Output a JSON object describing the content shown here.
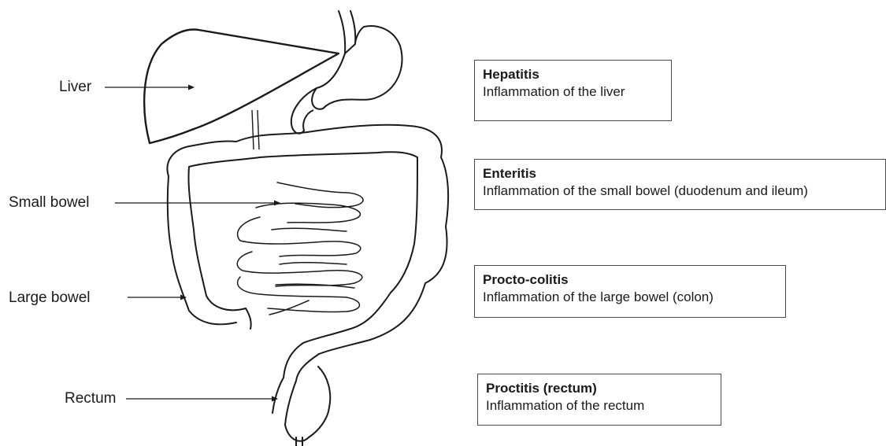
{
  "organ_labels": {
    "liver": "Liver",
    "small_bowel": "Small bowel",
    "large_bowel": "Large bowel",
    "rectum": "Rectum"
  },
  "conditions": [
    {
      "title": "Hepatitis",
      "description": "Inflammation of the liver"
    },
    {
      "title": "Enteritis",
      "description": "Inflammation of the small bowel (duodenum and ileum)"
    },
    {
      "title": "Procto-colitis",
      "description": "Inflammation of the large bowel (colon)"
    },
    {
      "title": "Proctitis (rectum)",
      "description": "Inflammation of the rectum"
    }
  ],
  "colors": {
    "line": "#1a1a1a",
    "box_border": "#4a4a4a",
    "background": "#ffffff"
  }
}
